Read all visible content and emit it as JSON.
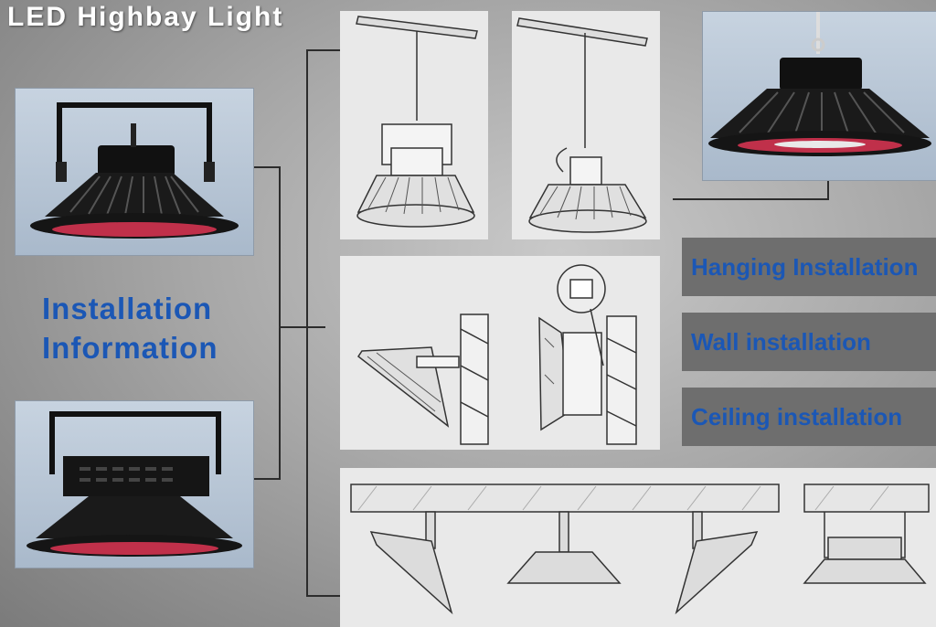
{
  "header": {
    "title": "LED Highbay Light"
  },
  "left": {
    "info_line1": "Installation",
    "info_line2": "Information"
  },
  "labels": {
    "hanging": "Hanging Installation",
    "wall": "Wall installation",
    "ceiling": "Ceiling installation"
  },
  "colors": {
    "accent_blue": "#1b57b5",
    "lamp_red": "#c0304a",
    "lamp_body": "#1a1a1a"
  }
}
